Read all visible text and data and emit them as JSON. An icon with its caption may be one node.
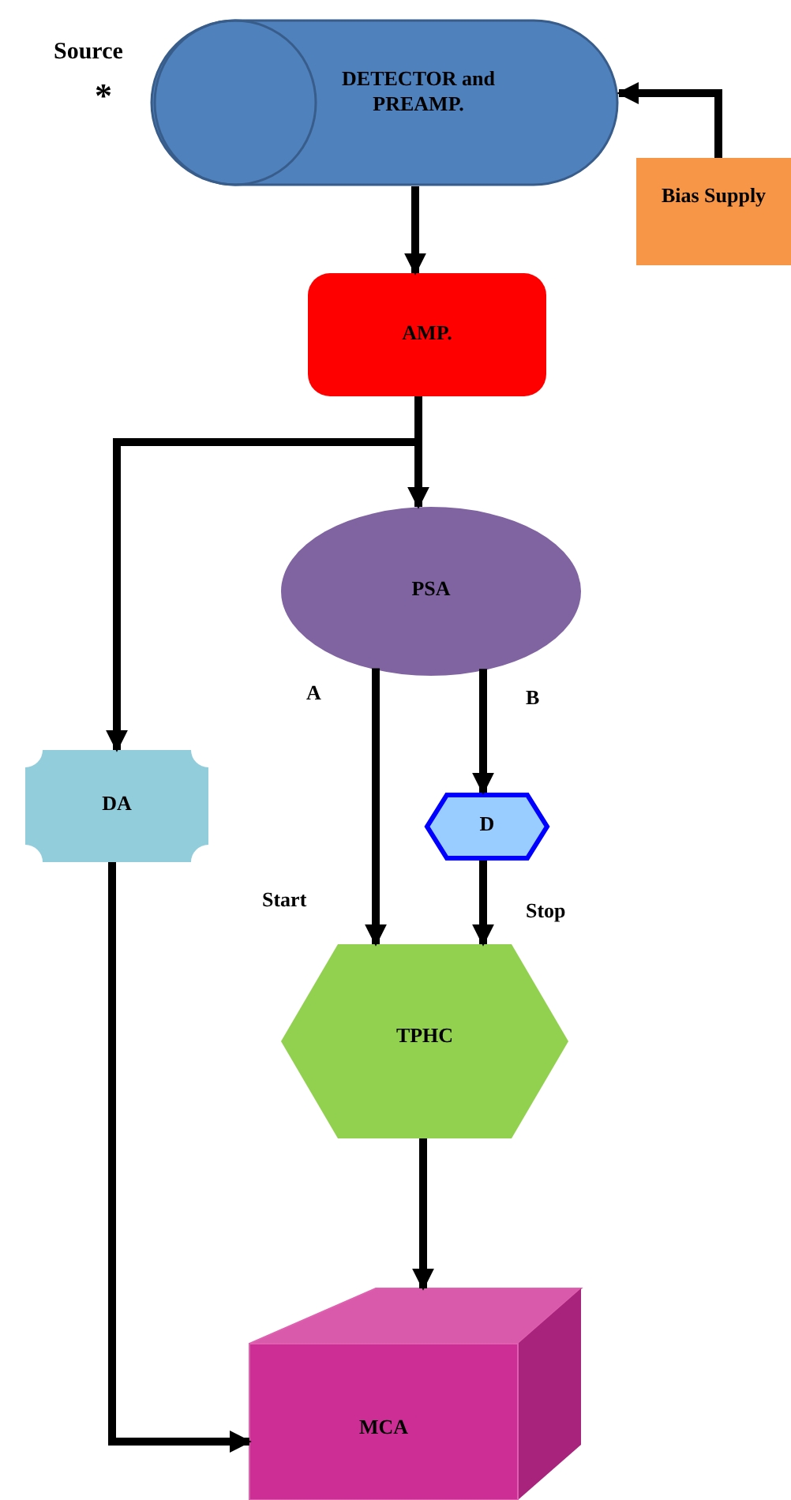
{
  "diagram": {
    "nodes": [
      {
        "text": [
          "DETECTOR and PREAMP."
        ]
      },
      {
        "text": [
          "Bias Supply"
        ]
      },
      {
        "text": [
          "AMP."
        ]
      },
      {
        "text": [
          "PSA"
        ]
      },
      {
        "text": [
          "DA"
        ]
      },
      {
        "text": [
          "D"
        ]
      },
      {
        "text": [
          "TPHC"
        ]
      },
      {
        "text": [
          "MCA"
        ]
      }
    ],
    "edges": [
      {
        "from": 1,
        "to": 0,
        "arrow": "to"
      },
      {
        "from": 0,
        "to": 2,
        "arrow": "to"
      },
      {
        "from": 2,
        "to": 3,
        "arrow": "to"
      },
      {
        "from": 2,
        "to": 4,
        "arrow": "to"
      },
      {
        "from": 3,
        "to": 6,
        "arrow": "to"
      },
      {
        "from": 3,
        "to": 5,
        "arrow": "to"
      },
      {
        "from": 5,
        "to": 6,
        "arrow": "to"
      },
      {
        "from": 4,
        "to": 7,
        "arrow": "to"
      },
      {
        "from": 6,
        "to": 7,
        "arrow": "to"
      }
    ],
    "labels": [
      "Source",
      "*",
      "A",
      "B",
      "Start",
      "Stop"
    ]
  }
}
